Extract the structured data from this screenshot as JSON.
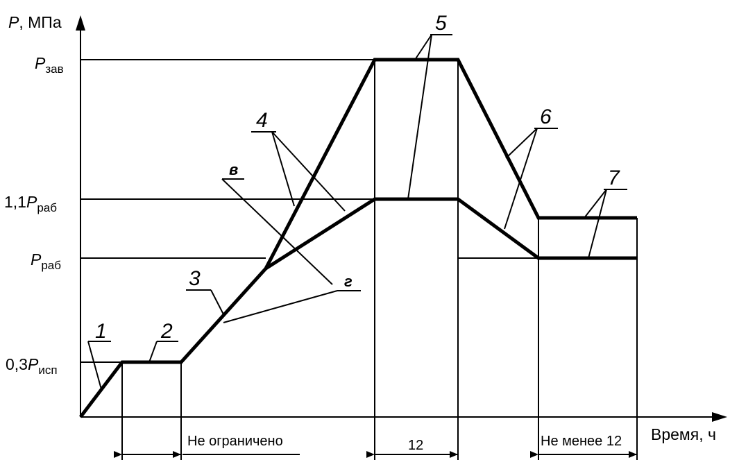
{
  "chart_data": {
    "type": "line",
    "title": "",
    "ylabel": {
      "symbol": "P",
      "unit": ", МПа"
    },
    "xlabel": "Время, ч",
    "ytick_labels": [
      {
        "prefix": "",
        "symbol": "P",
        "sub": "зав"
      },
      {
        "prefix": "1,1",
        "symbol": "P",
        "sub": "раб"
      },
      {
        "prefix": "",
        "symbol": "P",
        "sub": "раб"
      },
      {
        "prefix": "0,3",
        "symbol": "P",
        "sub": "исп"
      }
    ],
    "duration_labels": [
      "Не ограничено",
      "12",
      "Не менее 12"
    ],
    "stage_numbers": [
      "1",
      "2",
      "3",
      "4",
      "5",
      "6",
      "7"
    ],
    "letter_labels": [
      "в",
      "г"
    ],
    "grid": false,
    "legend": "none"
  },
  "colors": {
    "line": "#000000",
    "background": "#ffffff"
  }
}
